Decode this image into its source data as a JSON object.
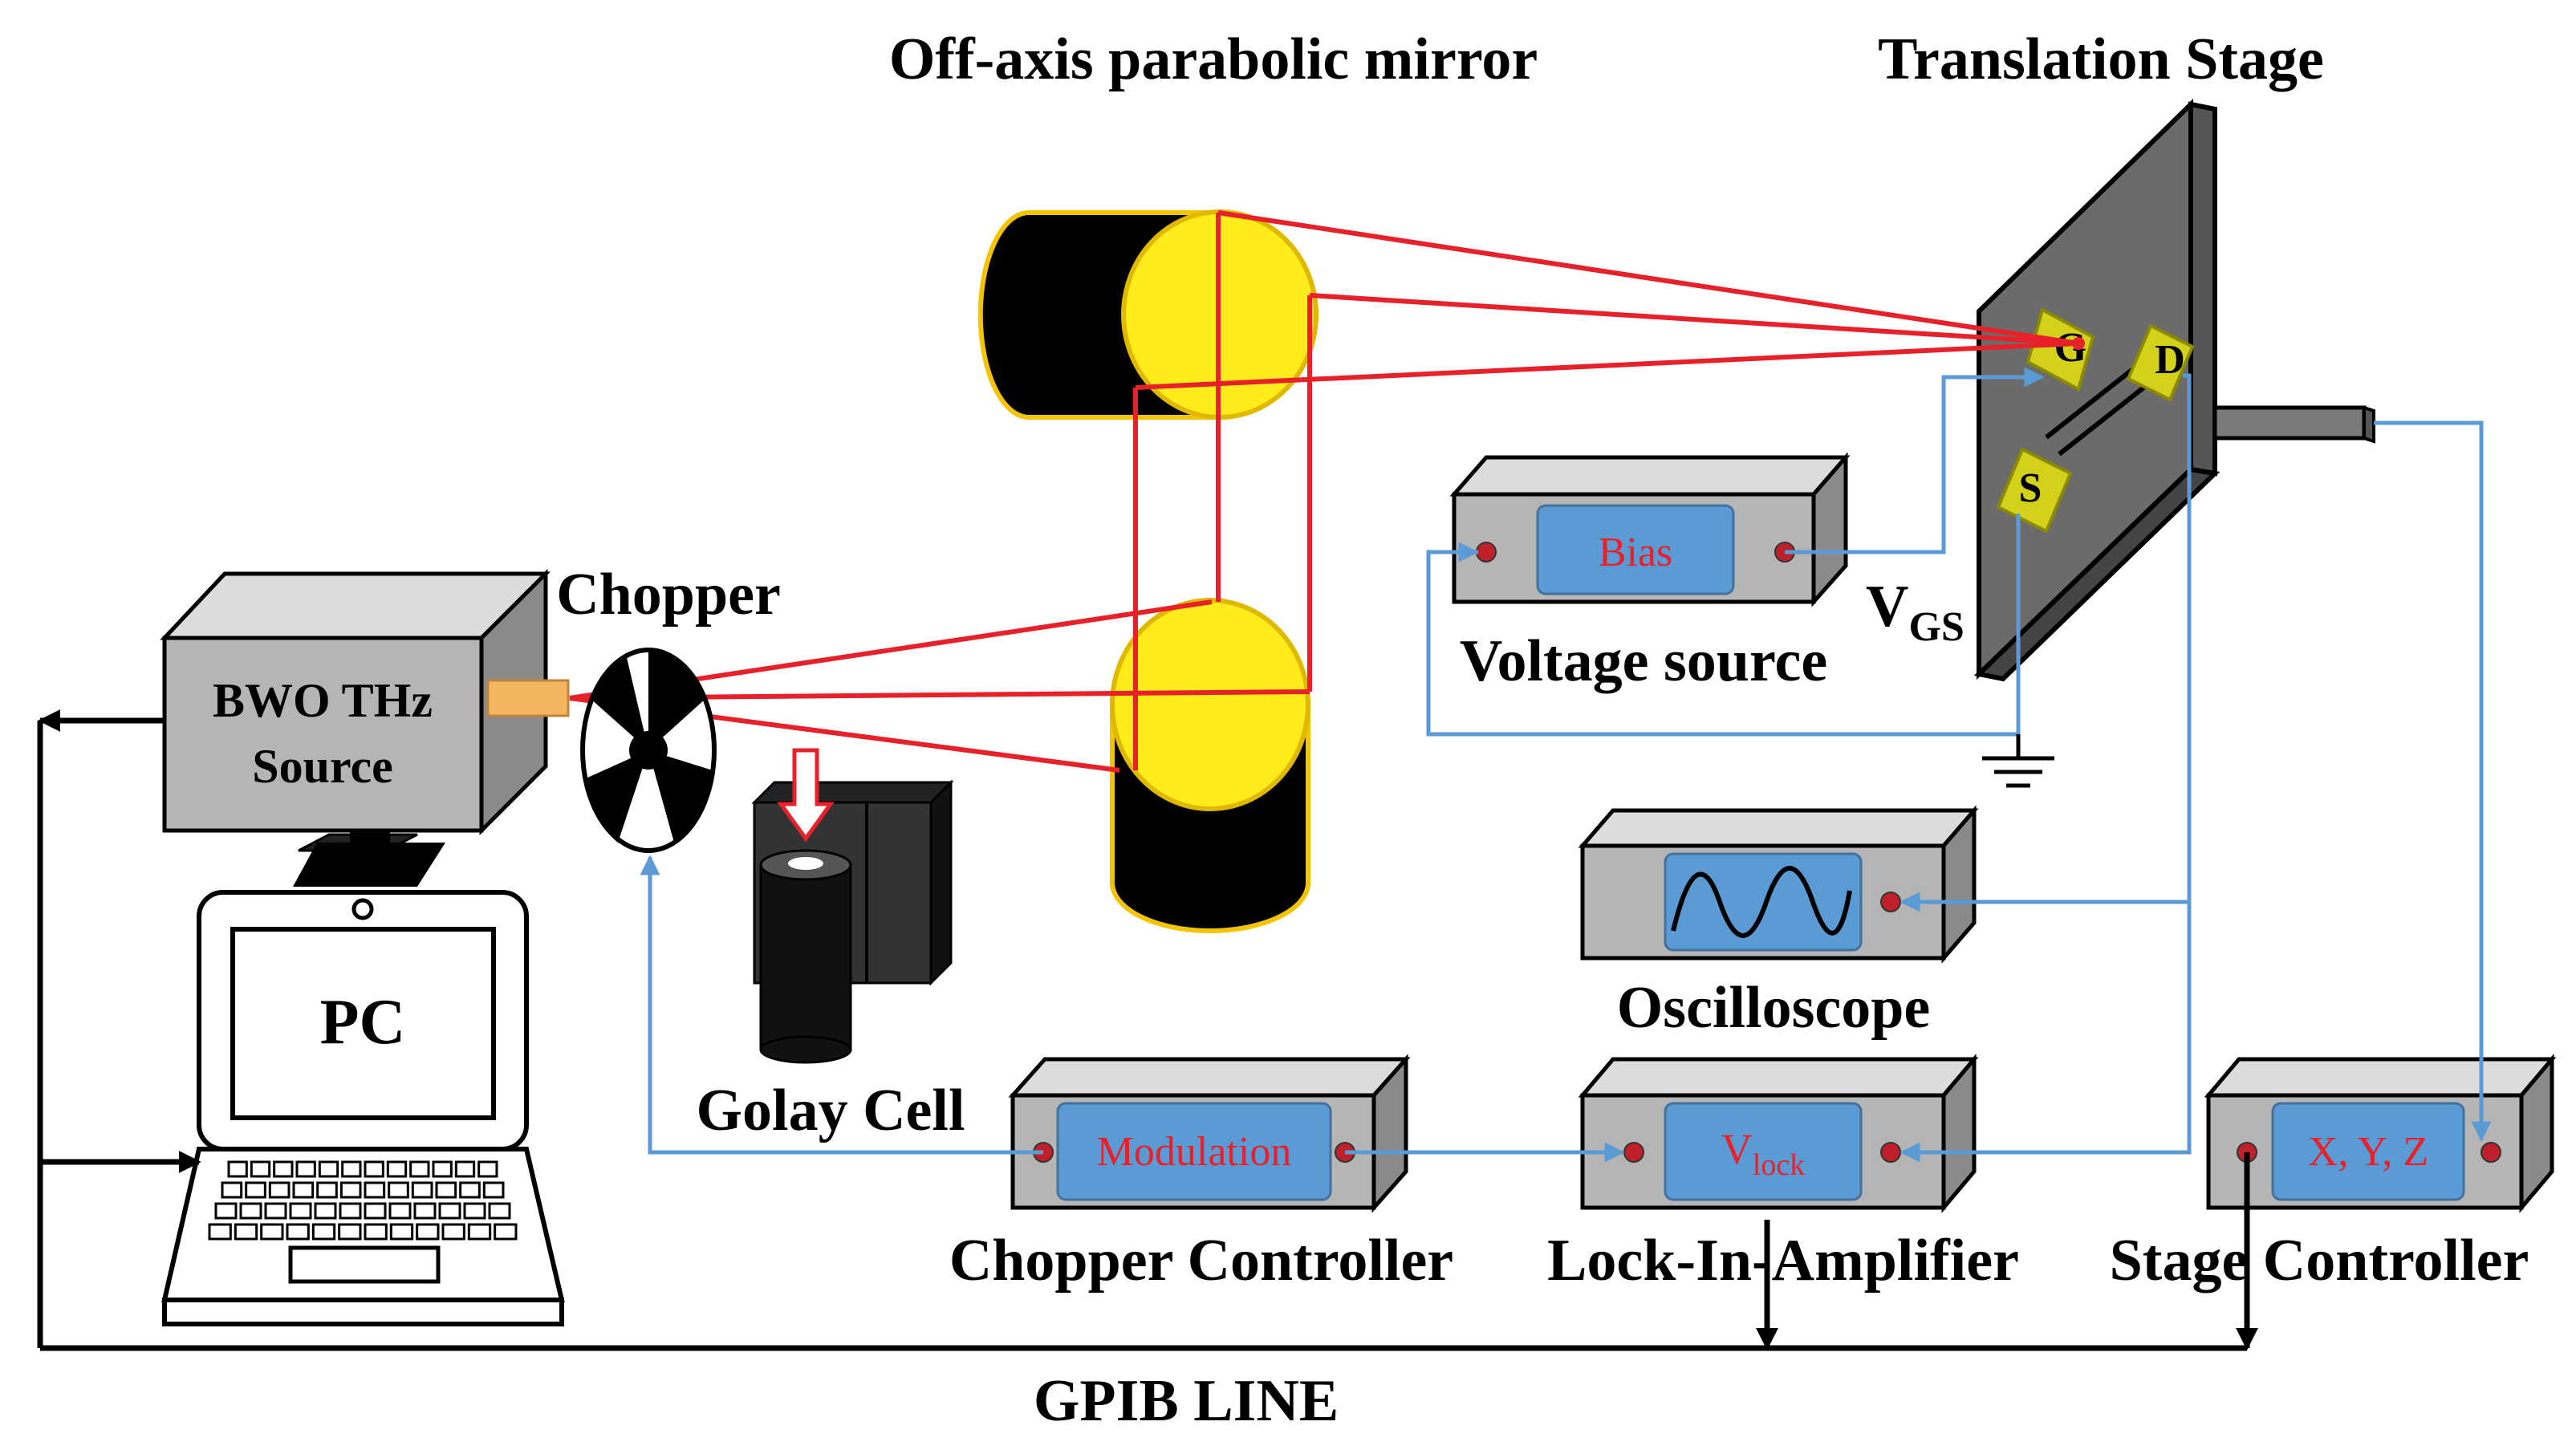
{
  "labels": {
    "mirror": "Off-axis parabolic mirror",
    "stage": "Translation Stage",
    "chopper": "Chopper",
    "source_line1": "BWO THz",
    "source_line2": "Source",
    "pc": "PC",
    "golay": "Golay Cell",
    "voltage_source": "Voltage source",
    "vgs_main": "V",
    "vgs_sub": "GS",
    "oscilloscope": "Oscilloscope",
    "chopper_controller": "Chopper Controller",
    "lockin": "Lock-In-Amplifier",
    "stage_controller": "Stage Controller",
    "gpib": "GPIB LINE"
  },
  "panels": {
    "bias": "Bias",
    "modulation": "Modulation",
    "vlock_main": "V",
    "vlock_sub": "lock",
    "xyz": "X, Y, Z"
  },
  "terminals": {
    "gate": "G",
    "drain": "D",
    "source": "S"
  },
  "colors": {
    "beam": "#e8202a",
    "signal": "#5b9bd5",
    "mirror": "#ffec1a",
    "panel": "#5b9bd5",
    "box_front": "#b5b5b5",
    "box_top": "#dcdcdc",
    "box_side": "#8a8a8a",
    "stage": "#6b6b6b",
    "terminal": "#d4d11a"
  }
}
